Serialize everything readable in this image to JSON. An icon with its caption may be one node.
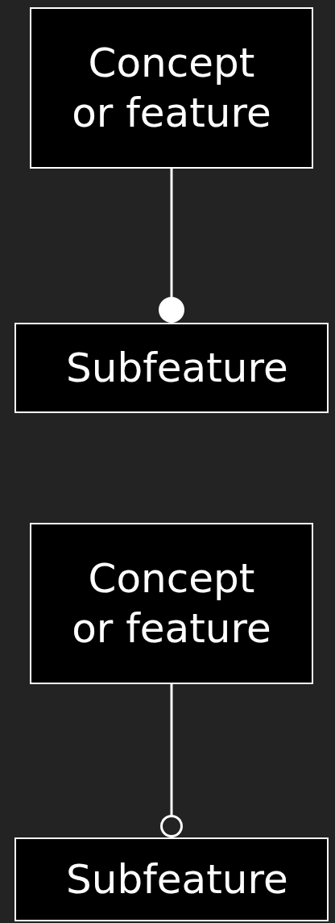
{
  "diagram": {
    "nodes": [
      {
        "text": [
          "Concept or feature"
        ]
      },
      {
        "text": [
          "Subfeature"
        ]
      },
      {
        "text": [
          "Concept or feature"
        ]
      },
      {
        "text": [
          "Subfeature"
        ]
      }
    ],
    "edges": [
      {
        "from": 0,
        "to": 1,
        "arrow": "other"
      },
      {
        "from": 2,
        "to": 3,
        "arrow": "other"
      }
    ]
  }
}
